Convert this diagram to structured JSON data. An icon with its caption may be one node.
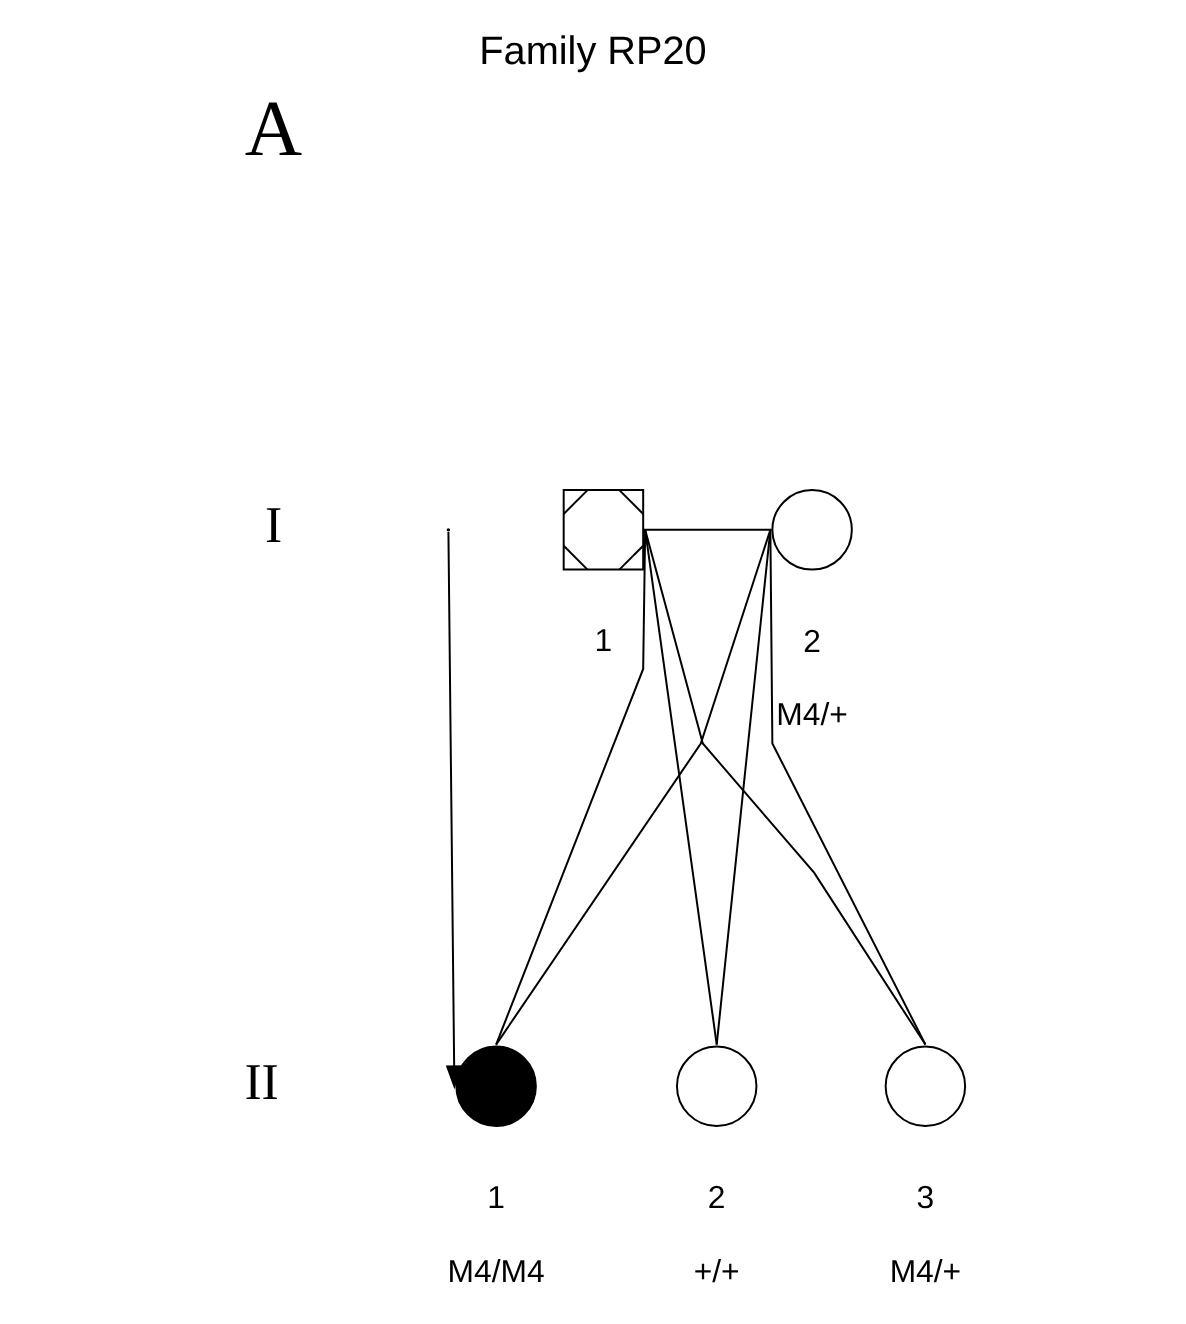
{
  "diagram": {
    "title": "Family RP20",
    "nodes": [
      {
        "text": [],
        "shape": "box",
        "beside": [
          "1"
        ]
      },
      {
        "text": [],
        "shape": "circle",
        "beside": [
          "2",
          "M4/+"
        ]
      },
      {
        "text": [],
        "shape": "circle",
        "beside": [
          "1",
          "M4/M4"
        ]
      },
      {
        "text": [],
        "shape": "circle",
        "beside": [
          "2",
          "+/+"
        ]
      },
      {
        "text": [],
        "shape": "circle",
        "beside": [
          "3",
          "M4/+"
        ]
      }
    ],
    "edges": [
      {
        "from": 0,
        "to": 1,
        "arrow": "none"
      },
      {
        "from": 0,
        "to": 2,
        "arrow": "none"
      },
      {
        "from": 1,
        "to": 2,
        "arrow": "none"
      },
      {
        "from": 0,
        "to": 3,
        "arrow": "none"
      },
      {
        "from": 1,
        "to": 3,
        "arrow": "none"
      },
      {
        "from": 0,
        "to": 4,
        "arrow": "none"
      },
      {
        "from": 1,
        "to": 4,
        "arrow": "none"
      },
      {
        "from": null,
        "to": 2,
        "arrow": "to"
      }
    ],
    "labels": [
      "A",
      "I",
      "II"
    ]
  }
}
